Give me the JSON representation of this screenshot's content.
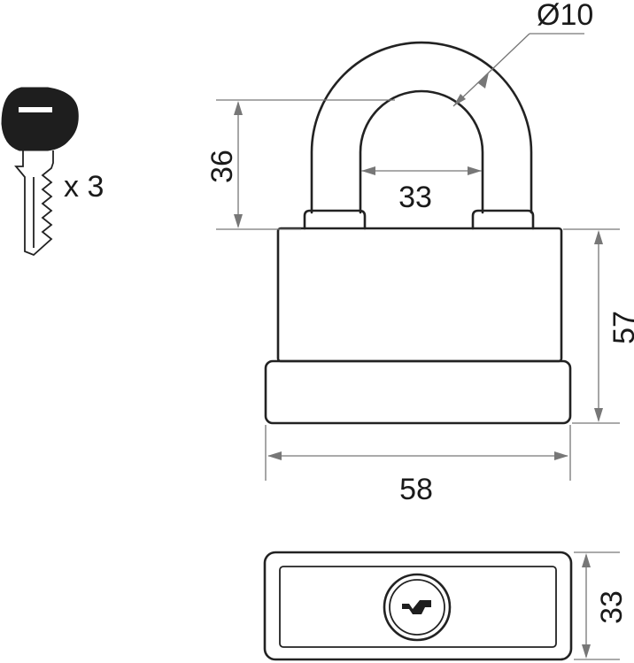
{
  "key": {
    "quantity_label": "x 3"
  },
  "dimensions": {
    "shackle_diameter": "Ø10",
    "shackle_height": "36",
    "shackle_inner_width": "33",
    "body_height": "57",
    "body_width": "58",
    "body_depth": "33"
  }
}
